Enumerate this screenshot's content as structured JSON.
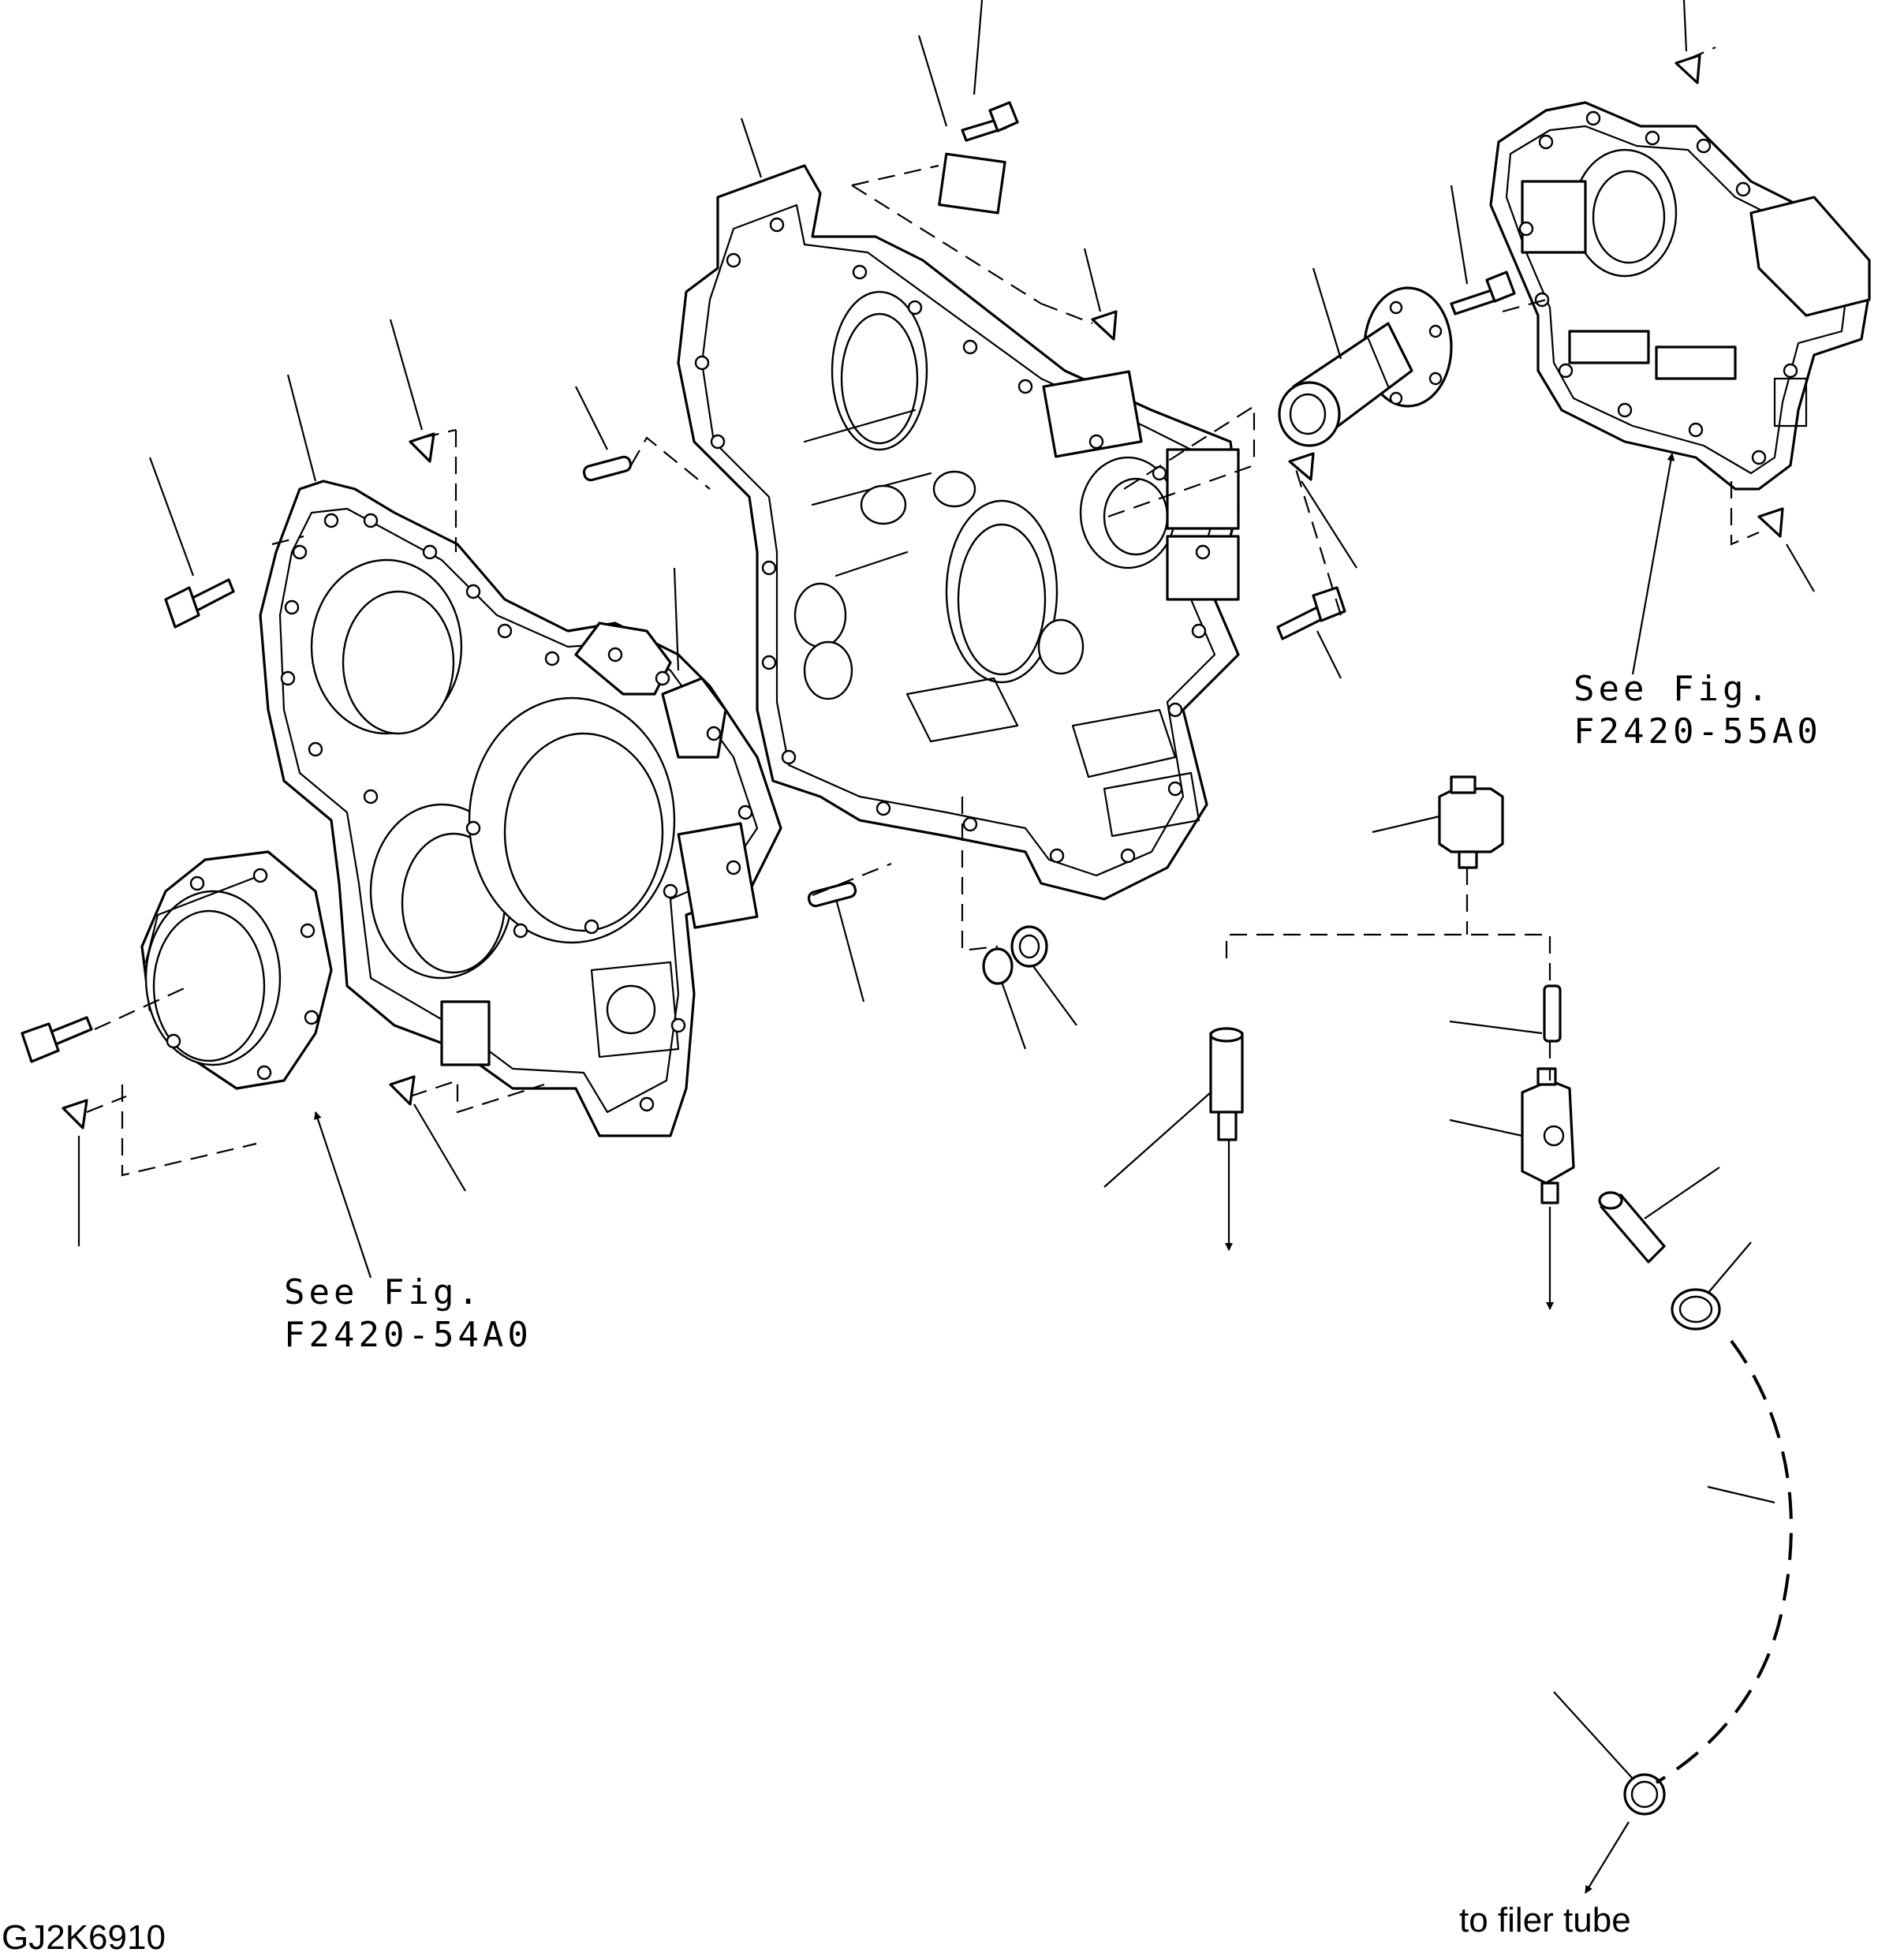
{
  "diagram_code": "GJ2K6910",
  "callouts": {
    "left": {
      "line1": "See Fig.",
      "line2": "F2420-54A0"
    },
    "right": {
      "line1": "See Fig.",
      "line2": "F2420-55A0"
    }
  },
  "note": "to filer tube"
}
